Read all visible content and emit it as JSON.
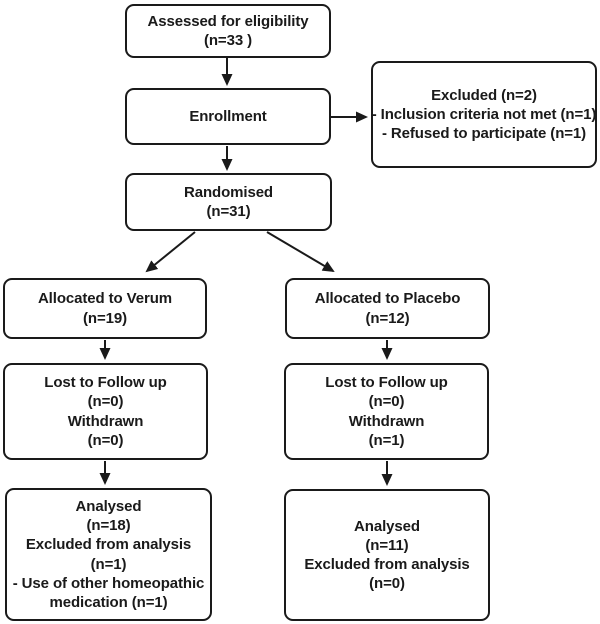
{
  "colors": {
    "border": "#1a1a1a",
    "text": "#1a1a1a",
    "background": "#ffffff"
  },
  "nodes": {
    "assessed": {
      "lines": [
        "Assessed for eligibility",
        "(n=33 )"
      ]
    },
    "enrollment": {
      "lines": [
        "Enrollment"
      ]
    },
    "excluded": {
      "lines": [
        "Excluded (n=2)",
        "- Inclusion criteria not met (n=1)",
        "- Refused to participate (n=1)"
      ]
    },
    "randomised": {
      "lines": [
        "Randomised",
        "(n=31)"
      ]
    },
    "verum": {
      "lines": [
        "Allocated to Verum",
        "(n=19)"
      ]
    },
    "placebo": {
      "lines": [
        "Allocated to Placebo",
        "(n=12)"
      ]
    },
    "lost_verum": {
      "lines": [
        "Lost to Follow up",
        "(n=0)",
        "Withdrawn",
        "(n=0)"
      ]
    },
    "lost_placebo": {
      "lines": [
        "Lost to Follow up",
        "(n=0)",
        "Withdrawn",
        "(n=1)"
      ]
    },
    "analysed_verum": {
      "lines": [
        "Analysed",
        "(n=18)",
        "Excluded from analysis",
        "(n=1)",
        "- Use of other homeopathic",
        "medication (n=1)"
      ]
    },
    "analysed_placebo": {
      "lines": [
        "Analysed",
        "(n=11)",
        "Excluded from analysis",
        "(n=0)"
      ]
    }
  },
  "edges": [
    {
      "from": "assessed",
      "to": "enrollment"
    },
    {
      "from": "enrollment",
      "to": "excluded"
    },
    {
      "from": "enrollment",
      "to": "randomised"
    },
    {
      "from": "randomised",
      "to": "verum"
    },
    {
      "from": "randomised",
      "to": "placebo"
    },
    {
      "from": "verum",
      "to": "lost_verum"
    },
    {
      "from": "placebo",
      "to": "lost_placebo"
    },
    {
      "from": "lost_verum",
      "to": "analysed_verum"
    },
    {
      "from": "lost_placebo",
      "to": "analysed_placebo"
    }
  ]
}
